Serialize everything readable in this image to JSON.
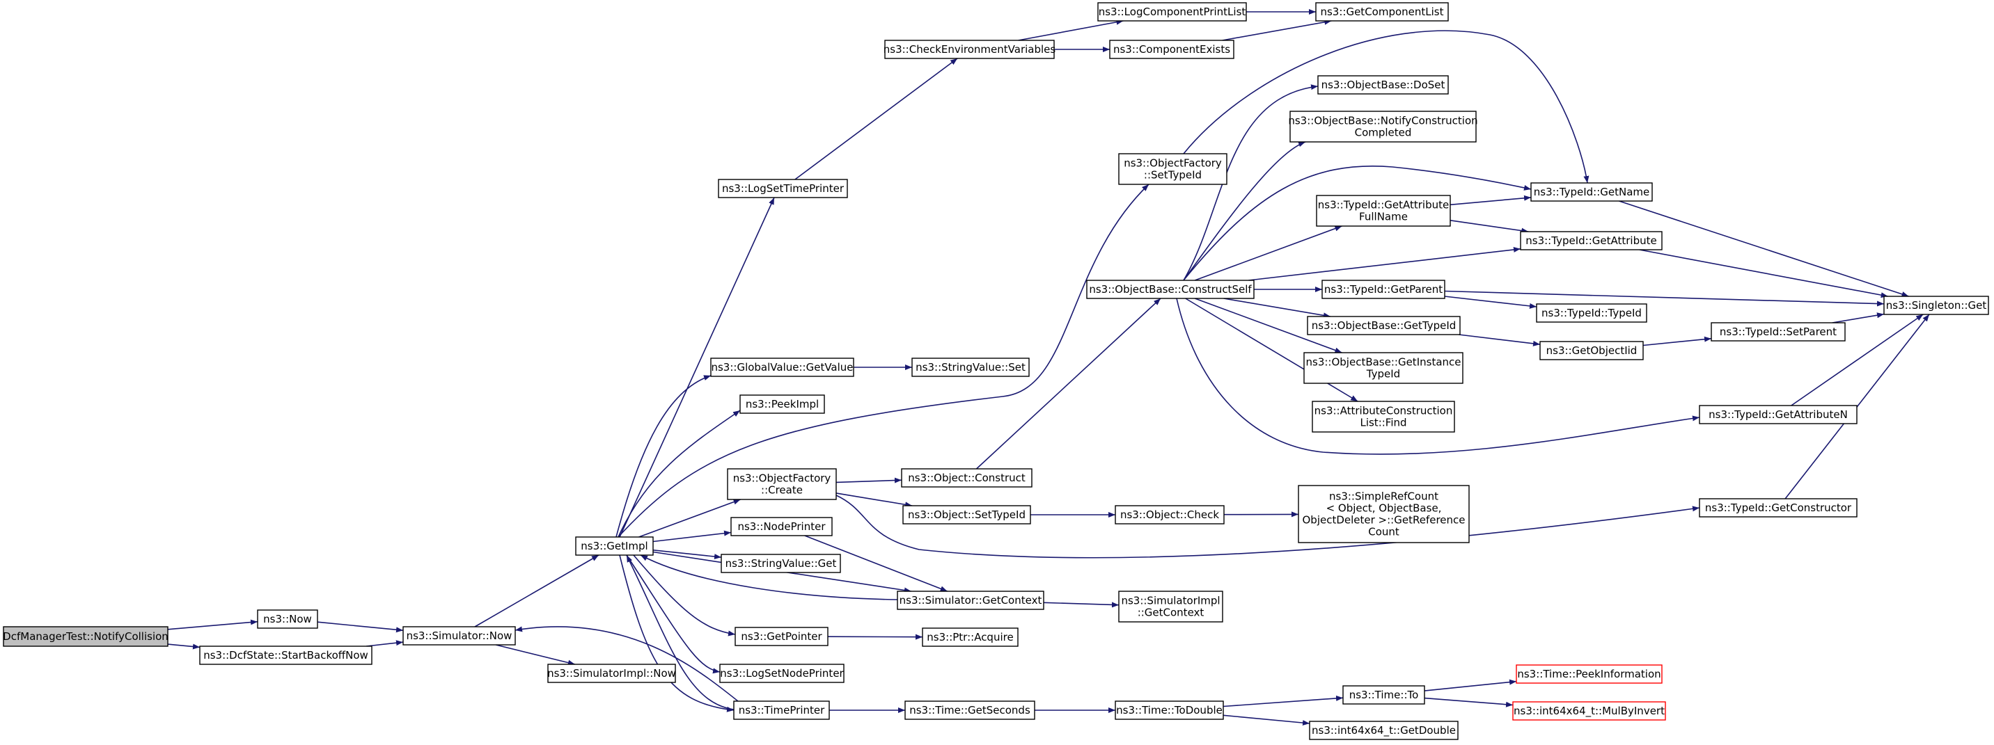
{
  "graph": {
    "nodes": [
      {
        "id": "notify",
        "lines": [
          "DcfManagerTest::NotifyCollision"
        ],
        "style": "root"
      },
      {
        "id": "now",
        "lines": [
          "ns3::Now"
        ]
      },
      {
        "id": "backoff",
        "lines": [
          "ns3::DcfState::StartBackoffNow"
        ]
      },
      {
        "id": "simnow",
        "lines": [
          "ns3::Simulator::Now"
        ]
      },
      {
        "id": "getimpl",
        "lines": [
          "ns3::GetImpl"
        ]
      },
      {
        "id": "simimplnow",
        "lines": [
          "ns3::SimulatorImpl::Now"
        ]
      },
      {
        "id": "logsettime",
        "lines": [
          "ns3::LogSetTimePrinter"
        ]
      },
      {
        "id": "checkenv",
        "lines": [
          "ns3::CheckEnvironmentVariables"
        ]
      },
      {
        "id": "logcompprint",
        "lines": [
          "ns3::LogComponentPrintList"
        ]
      },
      {
        "id": "compexists",
        "lines": [
          "ns3::ComponentExists"
        ]
      },
      {
        "id": "getcomplist",
        "lines": [
          "ns3::GetComponentList"
        ]
      },
      {
        "id": "gvgetvalue",
        "lines": [
          "ns3::GlobalValue::GetValue"
        ]
      },
      {
        "id": "svset",
        "lines": [
          "ns3::StringValue::Set"
        ]
      },
      {
        "id": "peekimpl",
        "lines": [
          "ns3::PeekImpl"
        ]
      },
      {
        "id": "ofcreate",
        "lines": [
          "ns3::ObjectFactory",
          "::Create"
        ]
      },
      {
        "id": "nodeprinter",
        "lines": [
          "ns3::NodePrinter"
        ]
      },
      {
        "id": "svget",
        "lines": [
          "ns3::StringValue::Get"
        ]
      },
      {
        "id": "simgetctx",
        "lines": [
          "ns3::Simulator::GetContext"
        ]
      },
      {
        "id": "getpointer",
        "lines": [
          "ns3::GetPointer"
        ]
      },
      {
        "id": "logsetnode",
        "lines": [
          "ns3::LogSetNodePrinter"
        ]
      },
      {
        "id": "timeprinter",
        "lines": [
          "ns3::TimePrinter"
        ]
      },
      {
        "id": "objconstruct",
        "lines": [
          "ns3::Object::Construct"
        ]
      },
      {
        "id": "objsettypeid",
        "lines": [
          "ns3::Object::SetTypeId"
        ]
      },
      {
        "id": "ptracquire",
        "lines": [
          "ns3::Ptr::Acquire"
        ]
      },
      {
        "id": "timegetsec",
        "lines": [
          "ns3::Time::GetSeconds"
        ]
      },
      {
        "id": "ofsettypeid",
        "lines": [
          "ns3::ObjectFactory",
          "::SetTypeId"
        ]
      },
      {
        "id": "obconstructself",
        "lines": [
          "ns3::ObjectBase::ConstructSelf"
        ]
      },
      {
        "id": "objcheck",
        "lines": [
          "ns3::Object::Check"
        ]
      },
      {
        "id": "simimplgetctx",
        "lines": [
          "ns3::SimulatorImpl",
          "::GetContext"
        ]
      },
      {
        "id": "timetodouble",
        "lines": [
          "ns3::Time::ToDouble"
        ]
      },
      {
        "id": "obdoset",
        "lines": [
          "ns3::ObjectBase::DoSet"
        ]
      },
      {
        "id": "obnotify",
        "lines": [
          "ns3::ObjectBase::NotifyConstruction",
          "Completed"
        ]
      },
      {
        "id": "tidgetattrfull",
        "lines": [
          "ns3::TypeId::GetAttribute",
          "FullName"
        ]
      },
      {
        "id": "tidgetparent",
        "lines": [
          "ns3::TypeId::GetParent"
        ]
      },
      {
        "id": "obgettypeid",
        "lines": [
          "ns3::ObjectBase::GetTypeId"
        ]
      },
      {
        "id": "obgetinstance",
        "lines": [
          "ns3::ObjectBase::GetInstance",
          "TypeId"
        ]
      },
      {
        "id": "acfind",
        "lines": [
          "ns3::AttributeConstruction",
          "List::Find"
        ]
      },
      {
        "id": "simplerefcount",
        "lines": [
          "ns3::SimpleRefCount",
          "< Object, ObjectBase,",
          " ObjectDeleter >::GetReference",
          "Count"
        ]
      },
      {
        "id": "timeto",
        "lines": [
          "ns3::Time::To"
        ]
      },
      {
        "id": "int64getdouble",
        "lines": [
          "ns3::int64x64_t::GetDouble"
        ]
      },
      {
        "id": "tidgetname",
        "lines": [
          "ns3::TypeId::GetName"
        ]
      },
      {
        "id": "tidgetattr",
        "lines": [
          "ns3::TypeId::GetAttribute"
        ]
      },
      {
        "id": "tidtypeid",
        "lines": [
          "ns3::TypeId::TypeId"
        ]
      },
      {
        "id": "getobjectiid",
        "lines": [
          "ns3::GetObjectIid"
        ]
      },
      {
        "id": "tidsetparent",
        "lines": [
          "ns3::TypeId::SetParent"
        ]
      },
      {
        "id": "tidgetattrn",
        "lines": [
          "ns3::TypeId::GetAttributeN"
        ]
      },
      {
        "id": "tidgetctor",
        "lines": [
          "ns3::TypeId::GetConstructor"
        ]
      },
      {
        "id": "timepeekinfo",
        "lines": [
          "ns3::Time::PeekInformation"
        ],
        "style": "trunc"
      },
      {
        "id": "int64mulbyinv",
        "lines": [
          "ns3::int64x64_t::MulByInvert"
        ],
        "style": "trunc"
      },
      {
        "id": "singletonget",
        "lines": [
          "ns3::Singleton::Get"
        ]
      }
    ],
    "edges": [
      [
        "notify",
        "now"
      ],
      [
        "notify",
        "backoff"
      ],
      [
        "now",
        "simnow"
      ],
      [
        "backoff",
        "simnow"
      ],
      [
        "simnow",
        "getimpl"
      ],
      [
        "simnow",
        "simimplnow"
      ],
      [
        "getimpl",
        "logsettime"
      ],
      [
        "getimpl",
        "gvgetvalue"
      ],
      [
        "getimpl",
        "peekimpl"
      ],
      [
        "getimpl",
        "ofcreate"
      ],
      [
        "getimpl",
        "nodeprinter"
      ],
      [
        "getimpl",
        "svget"
      ],
      [
        "getimpl",
        "simgetctx"
      ],
      [
        "getimpl",
        "getpointer"
      ],
      [
        "getimpl",
        "logsetnode"
      ],
      [
        "getimpl",
        "timeprinter"
      ],
      [
        "getimpl",
        "ofsettypeid"
      ],
      [
        "logsettime",
        "checkenv"
      ],
      [
        "checkenv",
        "logcompprint"
      ],
      [
        "checkenv",
        "compexists"
      ],
      [
        "logcompprint",
        "getcomplist"
      ],
      [
        "compexists",
        "getcomplist"
      ],
      [
        "gvgetvalue",
        "svset"
      ],
      [
        "ofcreate",
        "objconstruct"
      ],
      [
        "ofcreate",
        "objsettypeid"
      ],
      [
        "ofcreate",
        "tidgetctor"
      ],
      [
        "nodeprinter",
        "simgetctx"
      ],
      [
        "simgetctx",
        "getimpl"
      ],
      [
        "simgetctx",
        "simimplgetctx"
      ],
      [
        "getpointer",
        "ptracquire"
      ],
      [
        "timeprinter",
        "simnow"
      ],
      [
        "timeprinter",
        "timegetsec"
      ],
      [
        "timeprinter",
        "getimpl"
      ],
      [
        "objconstruct",
        "obconstructself"
      ],
      [
        "objsettypeid",
        "objcheck"
      ],
      [
        "objcheck",
        "simplerefcount"
      ],
      [
        "timegetsec",
        "timetodouble"
      ],
      [
        "timetodouble",
        "timeto"
      ],
      [
        "timetodouble",
        "int64getdouble"
      ],
      [
        "timeto",
        "timepeekinfo"
      ],
      [
        "timeto",
        "int64mulbyinv"
      ],
      [
        "ofsettypeid",
        "tidgetname"
      ],
      [
        "obconstructself",
        "obdoset"
      ],
      [
        "obconstructself",
        "obnotify"
      ],
      [
        "obconstructself",
        "tidgetname"
      ],
      [
        "obconstructself",
        "tidgetattrfull"
      ],
      [
        "obconstructself",
        "tidgetattr"
      ],
      [
        "obconstructself",
        "tidgetparent"
      ],
      [
        "obconstructself",
        "obgettypeid"
      ],
      [
        "obconstructself",
        "obgetinstance"
      ],
      [
        "obconstructself",
        "acfind"
      ],
      [
        "obconstructself",
        "tidgetattrn"
      ],
      [
        "tidgetattrfull",
        "tidgetname"
      ],
      [
        "tidgetattrfull",
        "tidgetattr"
      ],
      [
        "tidgetname",
        "singletonget"
      ],
      [
        "tidgetattr",
        "singletonget"
      ],
      [
        "tidgetparent",
        "tidtypeid"
      ],
      [
        "tidgetparent",
        "singletonget"
      ],
      [
        "obgettypeid",
        "getobjectiid"
      ],
      [
        "getobjectiid",
        "tidsetparent"
      ],
      [
        "tidsetparent",
        "singletonget"
      ],
      [
        "tidgetattrn",
        "singletonget"
      ],
      [
        "tidgetctor",
        "singletonget"
      ]
    ]
  }
}
